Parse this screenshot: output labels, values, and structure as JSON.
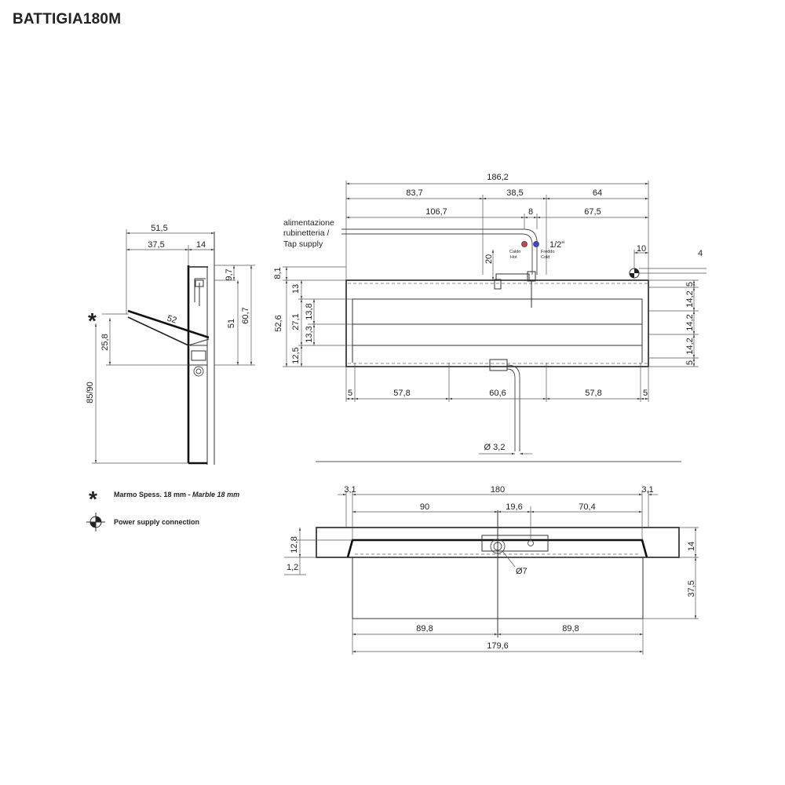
{
  "title": "BATTIGIA180M",
  "side_view": {
    "dims": {
      "d51_5": "51,5",
      "d37_5": "37,5",
      "d14": "14",
      "d9_7": "9,7",
      "d51": "51",
      "d60_7": "60,7",
      "d52": "52",
      "d25_8": "25,8",
      "d85_90": "85/90"
    },
    "asterisk": "*"
  },
  "front_view": {
    "top_dims": {
      "d186_2": "186,2",
      "d83_7": "83,7",
      "d38_5": "38,5",
      "d64": "64",
      "d106_7": "106,7",
      "d8": "8",
      "d67_5": "67,5"
    },
    "supply_label": [
      "alimentazione",
      "rubinetteria /",
      "Tap supply"
    ],
    "supply_dims": {
      "d1_2": "1/2\"",
      "d20": "20",
      "d10": "10",
      "d4": "4"
    },
    "hot_label": [
      "Caldo",
      "Hot"
    ],
    "cold_label": [
      "Freddo",
      "Cold"
    ],
    "left_dims": {
      "d8_1": "8,1",
      "d13": "13",
      "d52_6": "52,6",
      "d27_1": "27,1",
      "d13_8": "13,8",
      "d13_3": "13,3",
      "d12_5": "12,5"
    },
    "right_dims": {
      "d5a": "5",
      "d14_2a": "14,2",
      "d14_2b": "14,2",
      "d14_2c": "14,2",
      "d5b": "5"
    },
    "bottom_dims": {
      "d5l": "5",
      "d57_8l": "57,8",
      "d60_6": "60,6",
      "d57_8r": "57,8",
      "d5r": "5"
    },
    "drain_dim": "Ø 3,2"
  },
  "top_view": {
    "dims": {
      "d3_1l": "3,1",
      "d180": "180",
      "d3_1r": "3,1",
      "d90": "90",
      "d19_6": "19,6",
      "d70_4": "70,4",
      "d12_8": "12,8",
      "d1_2": "1,2",
      "d14": "14",
      "d37_5": "37,5",
      "d7": "Ø7",
      "d89_8l": "89,8",
      "d89_8r": "89,8",
      "d179_6": "179,6"
    }
  },
  "legend": {
    "marble_symbol": "*",
    "marble_text": "Marmo Spess. 18 mm - ",
    "marble_text_en": "Marble 18 mm",
    "power_text": "Power supply connection"
  }
}
